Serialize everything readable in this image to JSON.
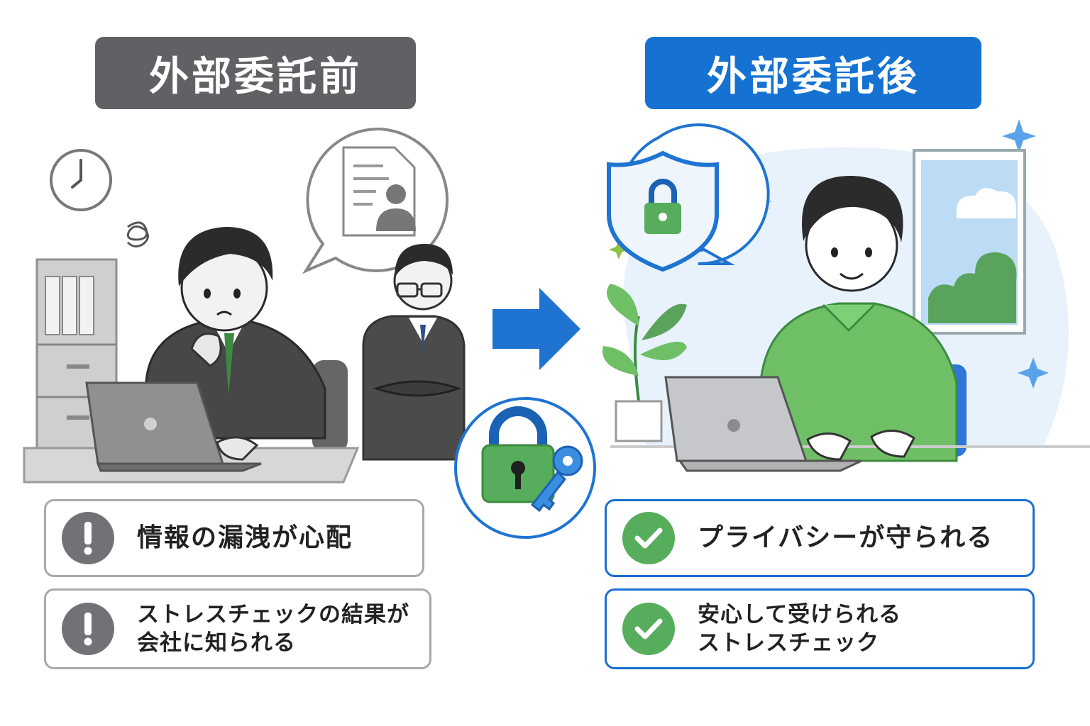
{
  "before": {
    "heading": "外部委託前",
    "cards": [
      {
        "icon": "exclamation-icon",
        "line1": "情報の漏洩が心配",
        "line2": ""
      },
      {
        "icon": "exclamation-icon",
        "line1": "ストレスチェックの結果が",
        "line2": "会社に知られる"
      }
    ]
  },
  "after": {
    "heading": "外部委託後",
    "cards": [
      {
        "icon": "check-icon",
        "line1": "プライバシーが守られる",
        "line2": ""
      },
      {
        "icon": "check-icon",
        "line1": "安心して受けられる",
        "line2": "ストレスチェック"
      }
    ]
  },
  "colors": {
    "before_heading": "#5f6164",
    "after_heading": "#1572d2",
    "arrow": "#1f74d2",
    "check_green": "#56ad5b",
    "warn_gray": "#707275"
  }
}
